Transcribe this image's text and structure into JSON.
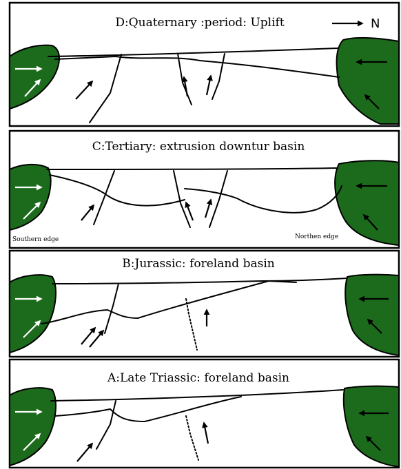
{
  "north_indicator": {
    "label": "N",
    "icon": "north-arrow-icon"
  },
  "panels": [
    {
      "id": "D",
      "title": "D:Quaternary :period: Uplift"
    },
    {
      "id": "C",
      "title": "C:Tertiary: extrusion downtur basin",
      "left_label": "Southern edge",
      "right_label": "Northen edge"
    },
    {
      "id": "B",
      "title": "B:Jurassic:  foreland basin"
    },
    {
      "id": "A",
      "title": "A:Late Triassic: foreland basin"
    }
  ],
  "colors": {
    "block_fill": "#1c6b1c",
    "frame": "#000000",
    "background": "#ffffff"
  }
}
